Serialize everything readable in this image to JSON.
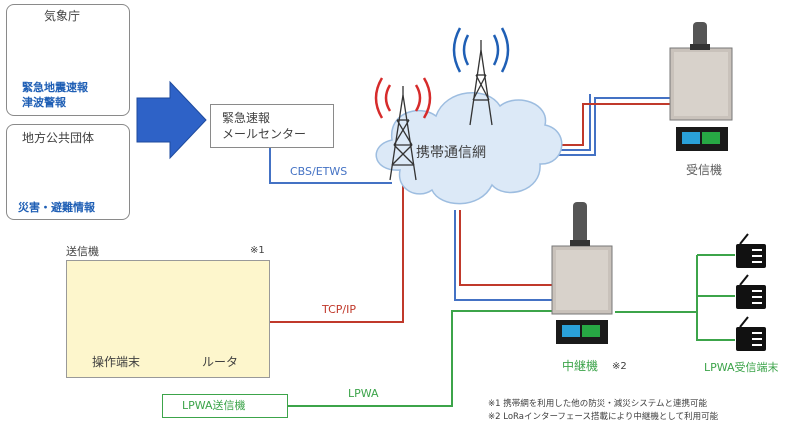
{
  "jma": {
    "title": "気象庁",
    "line1": "緊急地震速報",
    "line2": "津波警報"
  },
  "localgov": {
    "title": "地方公共団体",
    "label": "災害・避難情報"
  },
  "mailcenter": {
    "line1": "緊急速報",
    "line2": "メールセンター"
  },
  "network": {
    "label": "携帯通信網",
    "cbs": "CBS/ETWS",
    "tcp": "TCP/IP",
    "lpwa": "LPWA"
  },
  "sender": {
    "title": "送信機",
    "note": "※1",
    "terminal": "操作端末",
    "router": "ルータ"
  },
  "lpwa_sender": "LPWA送信機",
  "receiver": "受信機",
  "relay": {
    "label": "中継機",
    "note": "※2"
  },
  "lpwa_receivers": "LPWA受信端末",
  "notes": {
    "n1": "※1 携帯網を利用した他の防災・減災システムと連携可能",
    "n2": "※2 LoRaインターフェース搭載により中継機として利用可能"
  },
  "colors": {
    "blue_line": "#4472c4",
    "red_line": "#c0392b",
    "green_line": "#3ca44a",
    "arrow": "#2e62c7",
    "cloud": "#dce9f7"
  }
}
